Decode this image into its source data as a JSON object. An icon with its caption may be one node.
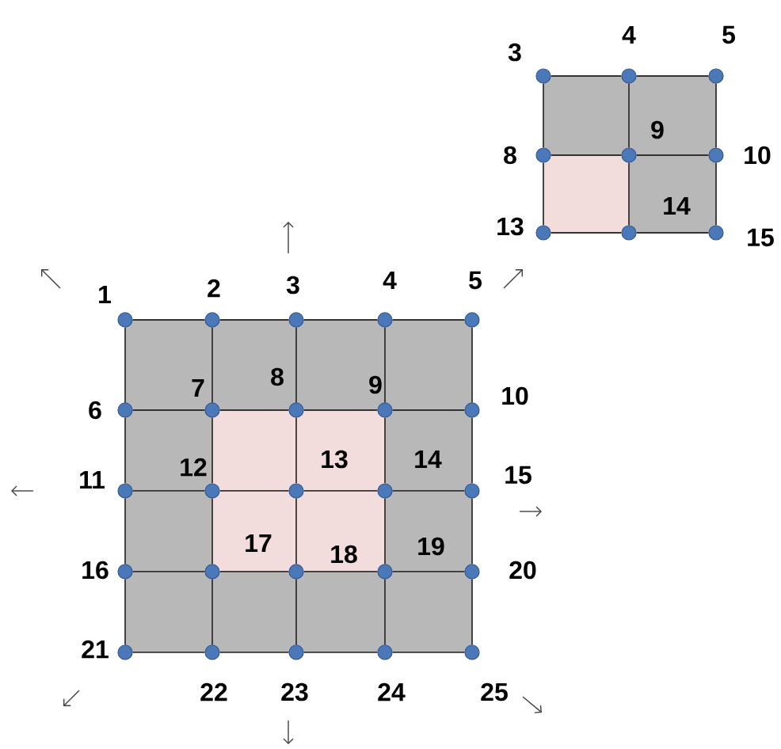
{
  "diagram": {
    "nodes": [
      {
        "text": [
          "3"
        ]
      },
      {
        "text": [
          "4"
        ]
      },
      {
        "text": [
          "5"
        ]
      },
      {
        "text": [
          "8"
        ]
      },
      {
        "text": [
          "9"
        ]
      },
      {
        "text": [
          "10"
        ]
      },
      {
        "text": [
          "13"
        ]
      },
      {
        "text": [
          "14"
        ]
      },
      {
        "text": [
          "15"
        ]
      },
      {
        "text": [
          "1"
        ]
      },
      {
        "text": [
          "2"
        ]
      },
      {
        "text": [
          "3"
        ]
      },
      {
        "text": [
          "4"
        ]
      },
      {
        "text": [
          "5"
        ]
      },
      {
        "text": [
          "6"
        ]
      },
      {
        "text": [
          "7"
        ]
      },
      {
        "text": [
          "8"
        ]
      },
      {
        "text": [
          "9"
        ]
      },
      {
        "text": [
          "10"
        ]
      },
      {
        "text": [
          "11"
        ]
      },
      {
        "text": [
          "12"
        ]
      },
      {
        "text": [
          "13"
        ]
      },
      {
        "text": [
          "14"
        ]
      },
      {
        "text": [
          "15"
        ]
      },
      {
        "text": [
          "16"
        ]
      },
      {
        "text": [
          "17"
        ]
      },
      {
        "text": [
          "18"
        ]
      },
      {
        "text": [
          "19"
        ]
      },
      {
        "text": [
          "20"
        ]
      },
      {
        "text": [
          "21"
        ]
      },
      {
        "text": [
          "22"
        ]
      },
      {
        "text": [
          "23"
        ]
      },
      {
        "text": [
          "24"
        ]
      },
      {
        "text": [
          "25"
        ]
      }
    ],
    "edges": [
      {
        "from": 0,
        "to": 1,
        "arrow": "none"
      },
      {
        "from": 1,
        "to": 2,
        "arrow": "none"
      },
      {
        "from": 3,
        "to": 4,
        "arrow": "none"
      },
      {
        "from": 4,
        "to": 5,
        "arrow": "none"
      },
      {
        "from": 6,
        "to": 7,
        "arrow": "none"
      },
      {
        "from": 7,
        "to": 8,
        "arrow": "none"
      },
      {
        "from": 0,
        "to": 3,
        "arrow": "none"
      },
      {
        "from": 3,
        "to": 6,
        "arrow": "none"
      },
      {
        "from": 1,
        "to": 4,
        "arrow": "none"
      },
      {
        "from": 4,
        "to": 7,
        "arrow": "none"
      },
      {
        "from": 2,
        "to": 5,
        "arrow": "none"
      },
      {
        "from": 5,
        "to": 8,
        "arrow": "none"
      },
      {
        "from": 9,
        "to": 10,
        "arrow": "none"
      },
      {
        "from": 10,
        "to": 11,
        "arrow": "none"
      },
      {
        "from": 11,
        "to": 12,
        "arrow": "none"
      },
      {
        "from": 12,
        "to": 13,
        "arrow": "none"
      },
      {
        "from": 14,
        "to": 15,
        "arrow": "none"
      },
      {
        "from": 15,
        "to": 16,
        "arrow": "none"
      },
      {
        "from": 16,
        "to": 17,
        "arrow": "none"
      },
      {
        "from": 17,
        "to": 18,
        "arrow": "none"
      },
      {
        "from": 19,
        "to": 20,
        "arrow": "none"
      },
      {
        "from": 20,
        "to": 21,
        "arrow": "none"
      },
      {
        "from": 21,
        "to": 22,
        "arrow": "none"
      },
      {
        "from": 22,
        "to": 23,
        "arrow": "none"
      },
      {
        "from": 24,
        "to": 25,
        "arrow": "none"
      },
      {
        "from": 25,
        "to": 26,
        "arrow": "none"
      },
      {
        "from": 26,
        "to": 27,
        "arrow": "none"
      },
      {
        "from": 27,
        "to": 28,
        "arrow": "none"
      },
      {
        "from": 29,
        "to": 30,
        "arrow": "none"
      },
      {
        "from": 30,
        "to": 31,
        "arrow": "none"
      },
      {
        "from": 31,
        "to": 32,
        "arrow": "none"
      },
      {
        "from": 32,
        "to": 33,
        "arrow": "none"
      },
      {
        "from": 9,
        "to": 14,
        "arrow": "none"
      },
      {
        "from": 14,
        "to": 19,
        "arrow": "none"
      },
      {
        "from": 19,
        "to": 24,
        "arrow": "none"
      },
      {
        "from": 24,
        "to": 29,
        "arrow": "none"
      },
      {
        "from": 10,
        "to": 15,
        "arrow": "none"
      },
      {
        "from": 15,
        "to": 20,
        "arrow": "none"
      },
      {
        "from": 20,
        "to": 25,
        "arrow": "none"
      },
      {
        "from": 25,
        "to": 30,
        "arrow": "none"
      },
      {
        "from": 11,
        "to": 16,
        "arrow": "none"
      },
      {
        "from": 16,
        "to": 21,
        "arrow": "none"
      },
      {
        "from": 21,
        "to": 26,
        "arrow": "none"
      },
      {
        "from": 26,
        "to": 31,
        "arrow": "none"
      },
      {
        "from": 12,
        "to": 17,
        "arrow": "none"
      },
      {
        "from": 17,
        "to": 22,
        "arrow": "none"
      },
      {
        "from": 22,
        "to": 27,
        "arrow": "none"
      },
      {
        "from": 27,
        "to": 32,
        "arrow": "none"
      },
      {
        "from": 13,
        "to": 18,
        "arrow": "none"
      },
      {
        "from": 18,
        "to": 23,
        "arrow": "none"
      },
      {
        "from": 23,
        "to": 28,
        "arrow": "none"
      },
      {
        "from": 28,
        "to": 33,
        "arrow": "none"
      }
    ]
  }
}
